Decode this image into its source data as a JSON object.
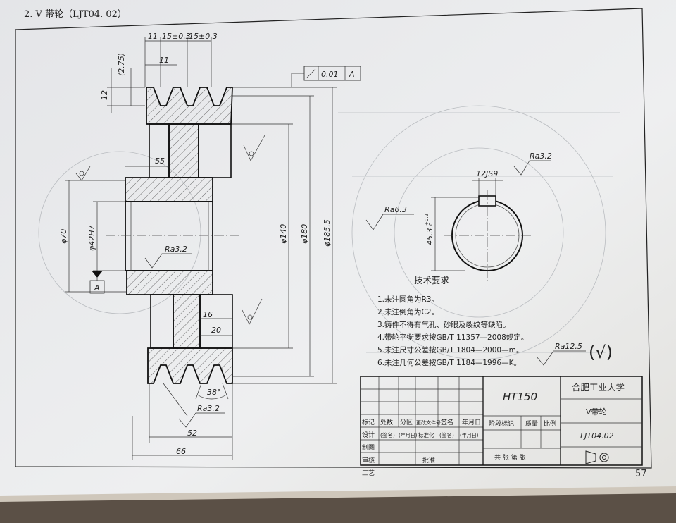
{
  "header": {
    "title": "2. V 带轮（LJT04. 02）"
  },
  "page_number": "57",
  "dimensions": {
    "top_11": "11",
    "top_15": "15±0.3",
    "top_15b": "15±0.3",
    "inner_11": "11",
    "d_275": "(2.75)",
    "d_12": "12",
    "d_55": "55",
    "d_16": "16",
    "d_20": "20",
    "d_52": "52",
    "d_66": "66",
    "d_38": "38°",
    "phi70": "φ70",
    "phi42": "φ42H7",
    "phi140": "φ140",
    "phi180": "φ180",
    "phi1855": "φ185.5",
    "key_width": "12JS9",
    "key_depth": "45.3",
    "key_tol_up": "+0.2",
    "key_tol_lo": "0"
  },
  "roughness": {
    "ra32_bore": "Ra3.2",
    "ra32_bottom": "Ra3.2",
    "ra32_key": "Ra3.2",
    "ra63": "Ra6.3",
    "ra125": "Ra12.5",
    "check": "(√)"
  },
  "datum": {
    "label": "A",
    "tol_value": "0.01",
    "tol_datum": "A"
  },
  "tech": {
    "title": "技术要求",
    "items": [
      "1.未注圆角为R3。",
      "2.未注倒角为C2。",
      "3.铸件不得有气孔、砂眼及裂纹等缺陷。",
      "4.带轮平衡要求按GB/T 11357—2008规定。",
      "5.未注尺寸公差按GB/T 1804—2000—m。",
      "6.未注几何公差按GB/T 1184—1996—K。"
    ]
  },
  "title_block": {
    "material": "HT150",
    "school": "合肥工业大学",
    "part_name": "V带轮",
    "drawing_no": "LJT04.02",
    "row1": [
      "标记",
      "处数",
      "分区",
      "更改文件号",
      "签名",
      "年月日"
    ],
    "row2": [
      "设计",
      "(签名)",
      "(年月日)",
      "标准化",
      "(签名)",
      "(年月日)"
    ],
    "labels": [
      "制图",
      "审核",
      "工艺"
    ],
    "approve": "批准",
    "stage_label": "阶段标记",
    "mass_label": "质量",
    "scale_label": "比例",
    "sheets": "共  张  第  张"
  }
}
